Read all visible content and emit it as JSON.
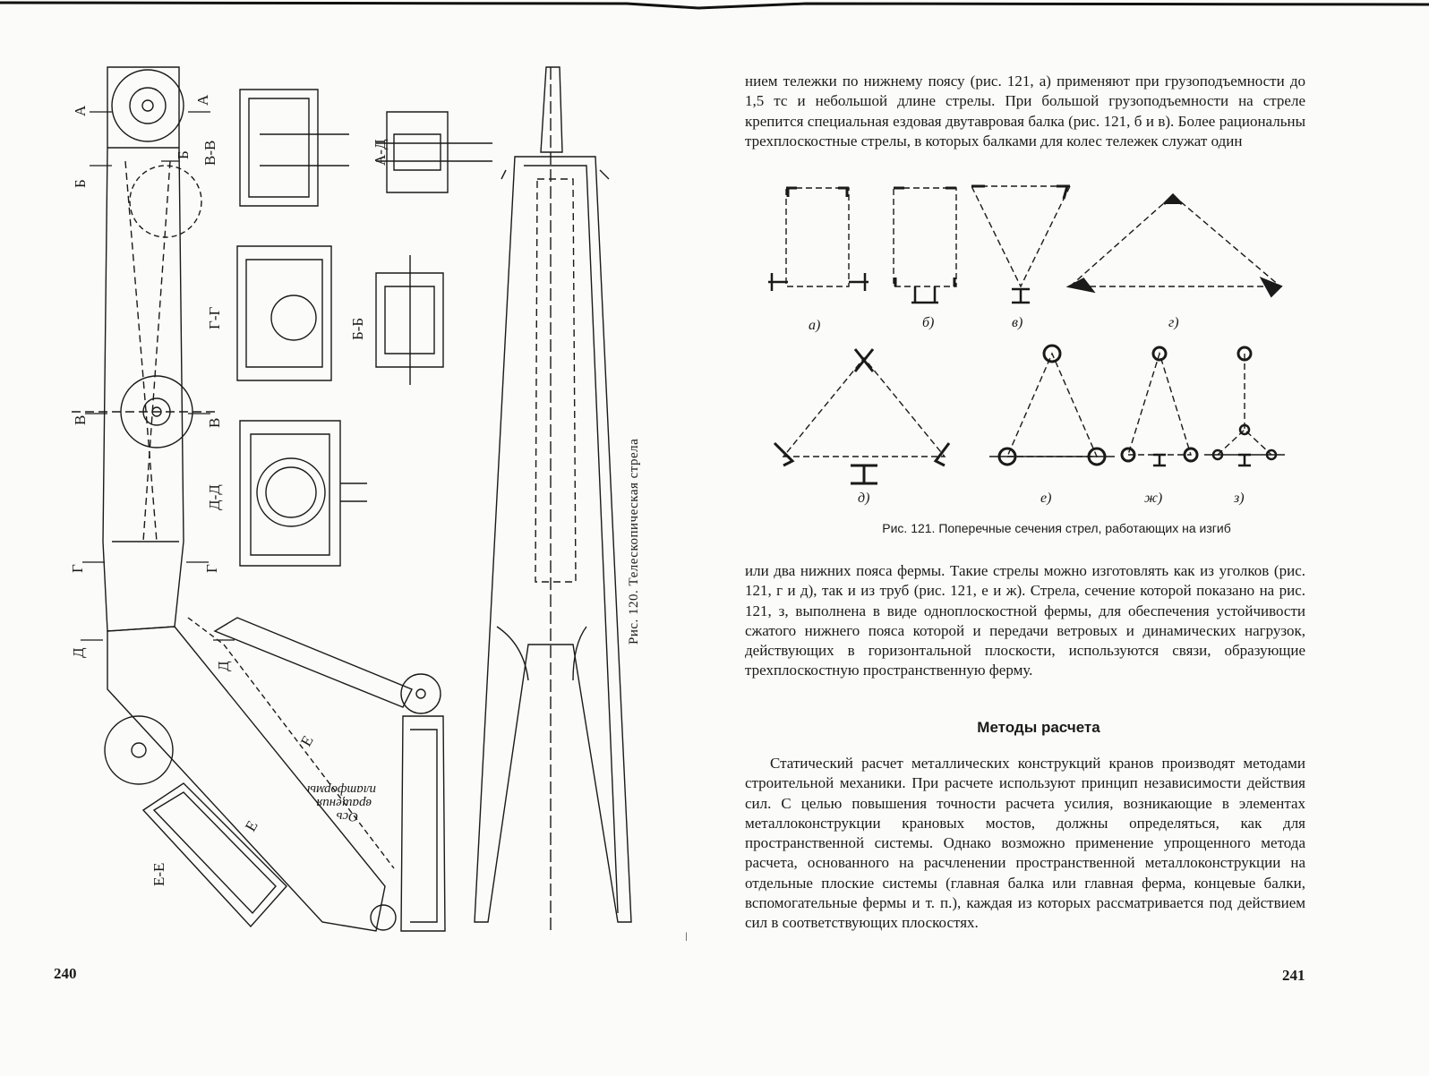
{
  "left_page": {
    "page_number": "240",
    "figure_caption": "Рис. 120. Телескопическая стрела",
    "section_labels": [
      "В-В",
      "А-Д",
      "Г-Г",
      "Б-Б",
      "Д-Д",
      "Е-Е"
    ],
    "marker_letters": [
      "А",
      "Б",
      "В",
      "Г",
      "Д",
      "Е"
    ],
    "axis_note": [
      "Ось",
      "вращения",
      "платформы"
    ]
  },
  "right_page": {
    "page_number": "241",
    "para1": "нием тележки по нижнему поясу (рис. 121, а) применяют при грузоподъемности до 1,5 тс и небольшой длине стрелы. При большой грузоподъемности на стреле крепится специальная ездовая двутавровая балка (рис. 121, б и в). Более рациональны трехплоскостные стрелы, в которых балками для колес тележек служат один",
    "figure_caption": "Рис. 121. Поперечные сечения стрел, работающих на изгиб",
    "sub_labels": [
      "а)",
      "б)",
      "в)",
      "г)",
      "д)",
      "е)",
      "ж)",
      "з)"
    ],
    "para2": "или два нижних пояса фермы. Такие стрелы можно изготовлять как из уголков (рис. 121, г и д), так и из труб (рис. 121, е и ж). Стрела, сечение которой показано на рис. 121, з, выполнена в виде одноплоскостной фермы, для обеспечения устойчивости сжатого нижнего пояса которой и передачи ветровых и динамических нагрузок, действующих в горизонтальной плоскости, используются связи, образующие трехплоскостную пространственную ферму.",
    "heading": "Методы расчета",
    "para3": "Статический расчет металлических конструкций кранов производят методами строительной механики. При расчете используют принцип независимости действия сил. С целью повышения точности расчета усилия, возникающие в элементах металлоконструкции крановых мостов, должны определяться, как для пространственной системы. Однако возможно применение упрощенного метода расчета, основанного на расчленении пространственной металлоконструкции на отдельные плоские системы (главная балка или главная ферма, концевые балки, вспомогательные фермы и т. п.), каждая из которых рассматривается под действием сил в соответствующих плоскостях."
  },
  "colors": {
    "paper": "#fbfbf9",
    "ink": "#1a1a1a"
  }
}
